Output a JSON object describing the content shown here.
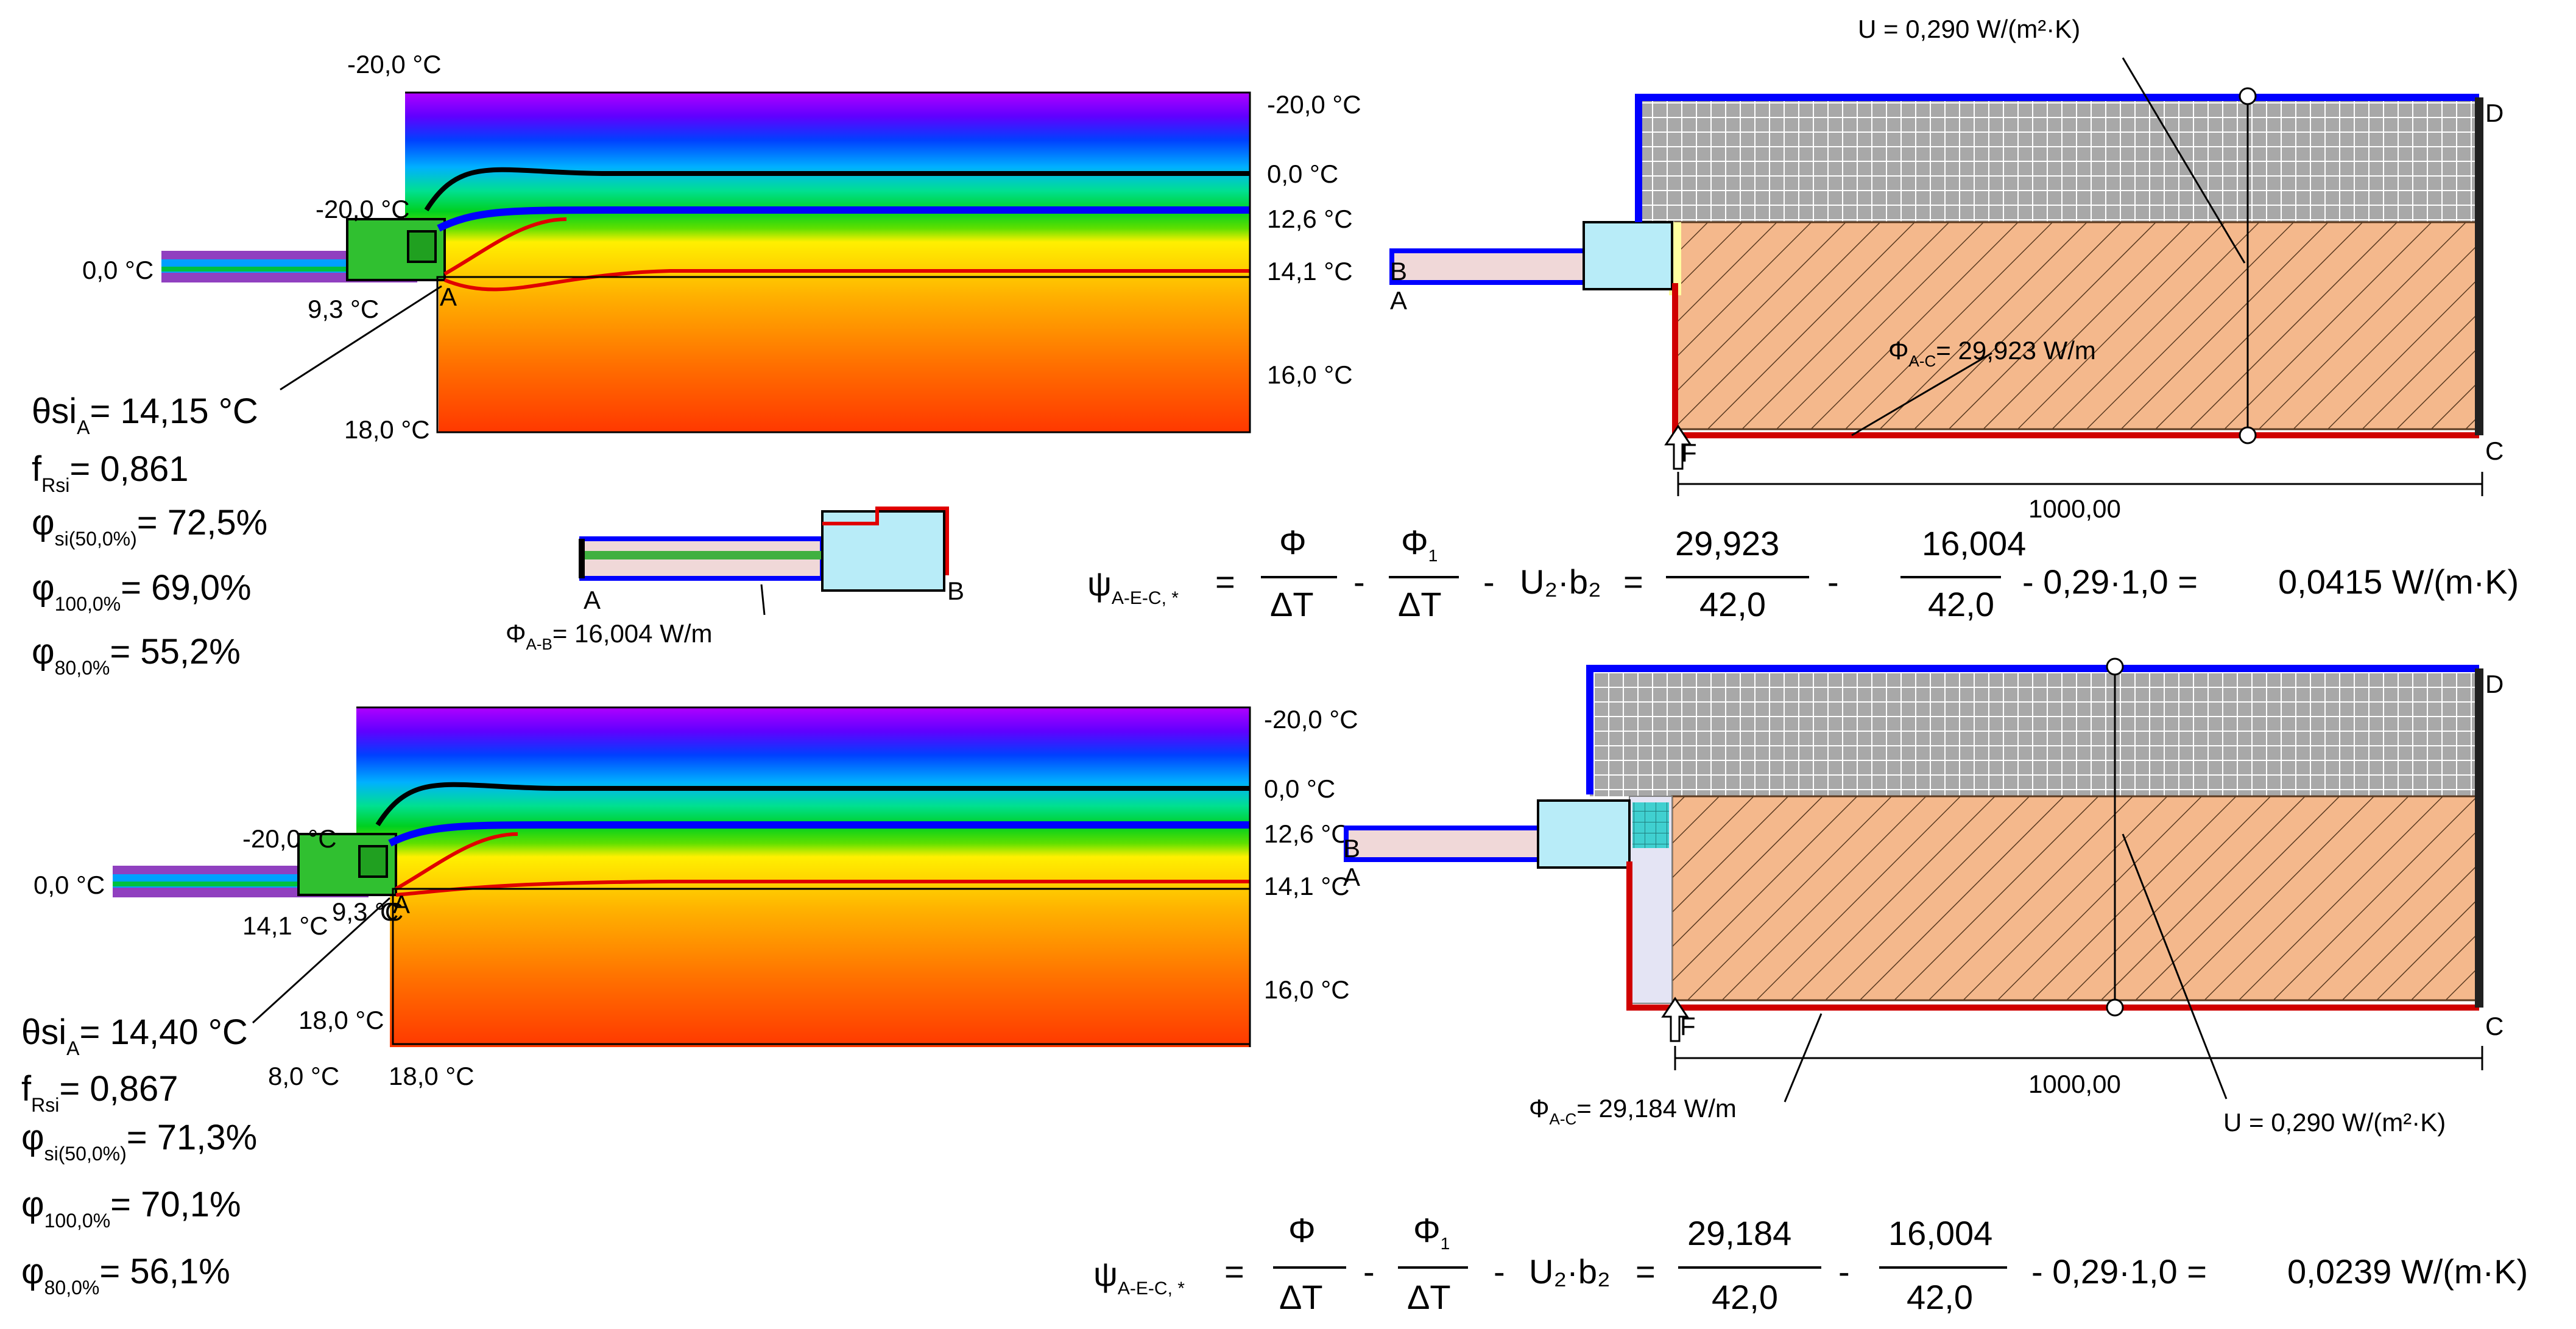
{
  "top": {
    "iso_labels": {
      "t_minus20_top": "-20,0 °C",
      "t_minus20_right": "-20,0 °C",
      "t_0_right": "0,0 °C",
      "t_12_6": "12,6 °C",
      "t_14_1": "14,1 °C",
      "t_16": "16,0 °C",
      "t_minus20_mid": "-20,0 °C",
      "t_0_left": "0,0 °C",
      "t_9_3": "9,3 °C",
      "t_18": "18,0 °C",
      "point_a": "A"
    },
    "results": {
      "theta_main": "θsi",
      "theta_sub": "A",
      "theta_value": "= 14,15 °C",
      "f_main": "f",
      "f_sub": "Rsi",
      "f_value": "= 0,861",
      "phi_si_main": "φ",
      "phi_si_sub": "si(50,0%)",
      "phi_si_value": "= 72,5%",
      "phi_100_main": "φ",
      "phi_100_sub": "100,0%",
      "phi_100_value": "= 69,0%",
      "phi_80_main": "φ",
      "phi_80_sub": "80,0%",
      "phi_80_value": "= 55,2%"
    },
    "model": {
      "u_label": "U = 0,290 W/(m²·K)",
      "phi_label": "Φ",
      "phi_sub": "A-C",
      "phi_value": "= 29,923 W/m",
      "dimension": "1000,00",
      "point_a": "A",
      "point_b": "B",
      "point_c": "C",
      "point_d": "D",
      "point_f": "F"
    },
    "formula": {
      "psi": "ψ",
      "psi_sub": "A-E-C, *",
      "eq": "=",
      "phi": "Φ",
      "phi1": "Φ",
      "phi1_sub": "1",
      "dt": "ΔT",
      "minus": "-",
      "u2b2": "U₂·b₂",
      "num1": "29,923",
      "den1": "42,0",
      "num2": "16,004",
      "den2": "42,0",
      "tail": "- 0,29·1,0  =",
      "result": "0,0415 W/(m·K)"
    }
  },
  "middle": {
    "point_a": "A",
    "point_b": "B",
    "phi_label": "Φ",
    "phi_sub": "A-B",
    "phi_value": "= 16,004 W/m"
  },
  "bottom": {
    "iso_labels": {
      "t_minus20_right": "-20,0 °C",
      "t_0_right": "0,0 °C",
      "t_12_6": "12,6 °C",
      "t_14_1_right": "14,1 °C",
      "t_16": "16,0 °C",
      "t_minus20_mid": "-20,0 °C",
      "t_0_left": "0,0 °C",
      "t_14_1_left": "14,1 °C",
      "t_9_3": "9,3 °C",
      "t_18_a": "18,0 °C",
      "t_8": "8,0 °C",
      "t_18_b": "18,0 °C",
      "point_c": "C",
      "point_a": "A"
    },
    "results": {
      "theta_main": "θsi",
      "theta_sub": "A",
      "theta_value": "= 14,40 °C",
      "f_main": "f",
      "f_sub": "Rsi",
      "f_value": "= 0,867",
      "phi_si_main": "φ",
      "phi_si_sub": "si(50,0%)",
      "phi_si_value": "= 71,3%",
      "phi_100_main": "φ",
      "phi_100_sub": "100,0%",
      "phi_100_value": "= 70,1%",
      "phi_80_main": "φ",
      "phi_80_sub": "80,0%",
      "phi_80_value": "= 56,1%"
    },
    "model": {
      "u_label": "U = 0,290 W/(m²·K)",
      "phi_label": "Φ",
      "phi_sub": "A-C",
      "phi_value": "= 29,184 W/m",
      "dimension": "1000,00",
      "point_a": "A",
      "point_b": "B",
      "point_c": "C",
      "point_d": "D",
      "point_f": "F"
    },
    "formula": {
      "psi": "ψ",
      "psi_sub": "A-E-C, *",
      "eq": "=",
      "phi": "Φ",
      "phi1": "Φ",
      "phi1_sub": "1",
      "dt": "ΔT",
      "minus": "-",
      "u2b2": "U₂·b₂",
      "num1": "29,184",
      "den1": "42,0",
      "num2": "16,004",
      "den2": "42,0",
      "tail": "- 0,29·1,0  =",
      "result": "0,0239 W/(m·K)"
    }
  },
  "colors": {
    "frost": "#ff00ff",
    "cold": "#0000ff",
    "zero_line": "#000000",
    "dew_line": "#0000ff",
    "surface_line": "#e00000",
    "warm": "#ffcc00",
    "hot": "#ff4000",
    "insulation_grid": "#a0a0a0",
    "masonry": "#f4b88c"
  }
}
